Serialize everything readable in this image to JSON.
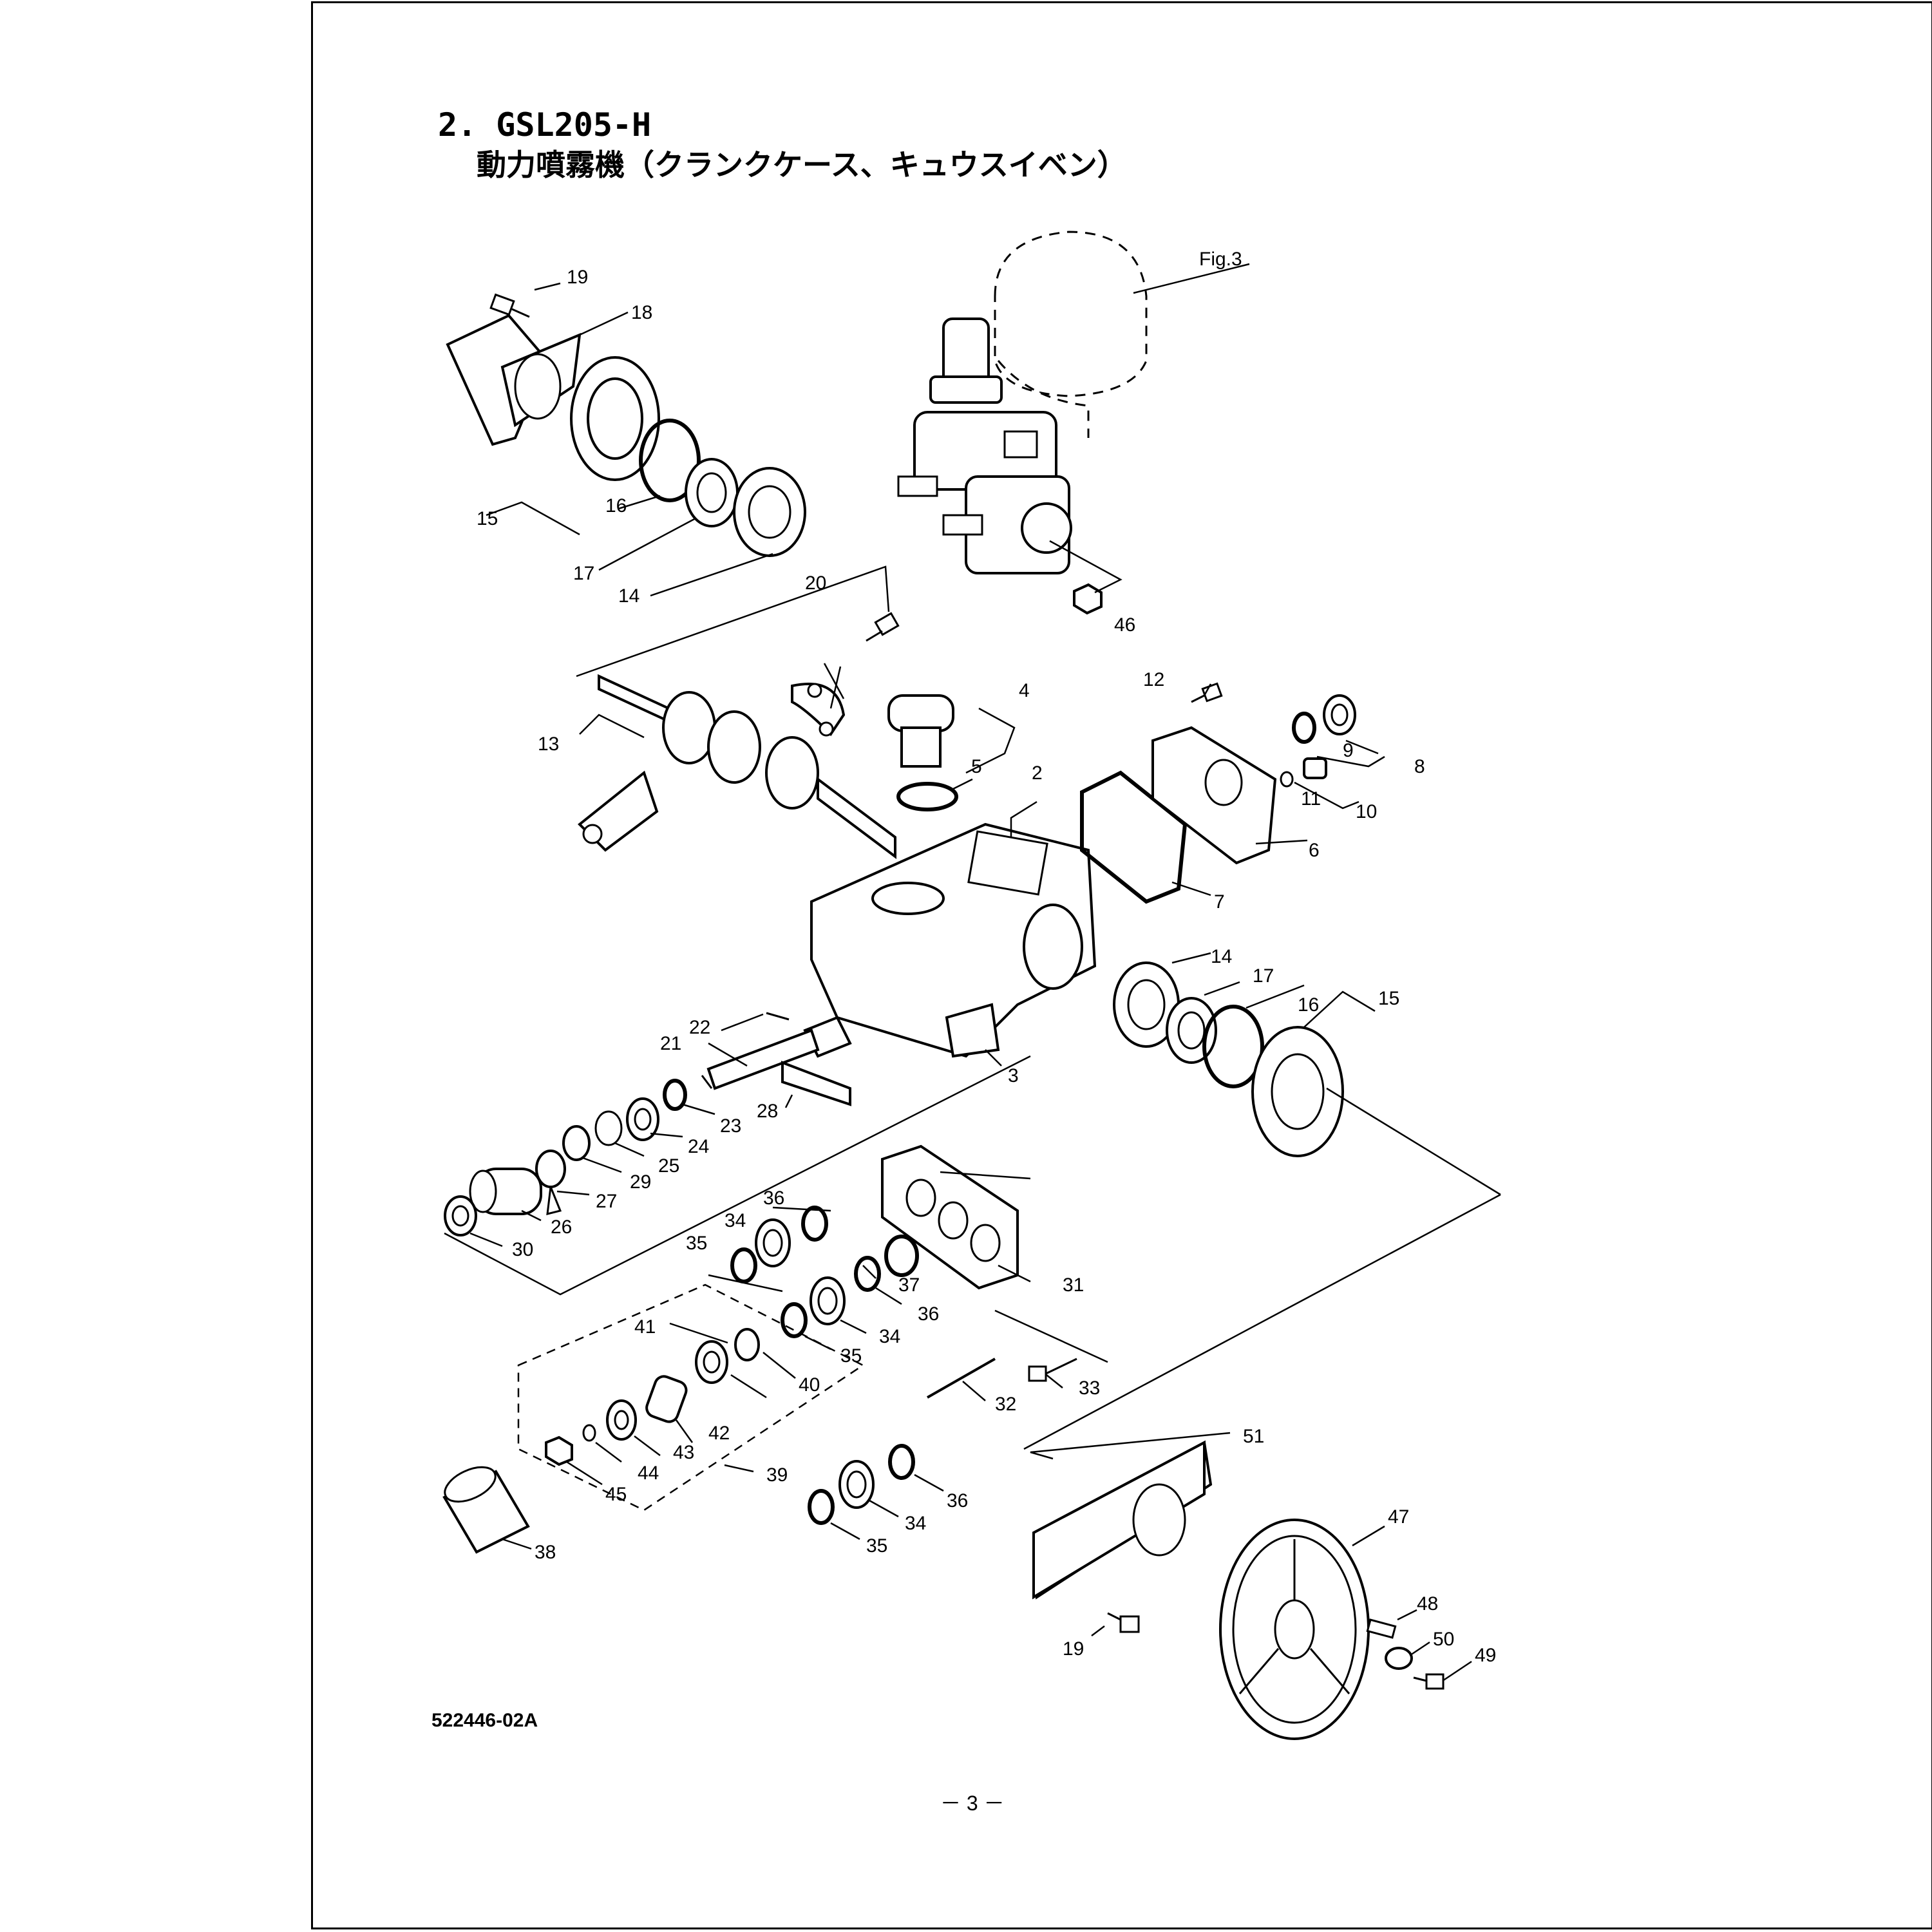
{
  "title": {
    "line1": "2. GSL205-H",
    "line2": "動力噴霧機（クランクケース、キュウスイベン）"
  },
  "figure_ref": "Fig.3",
  "doc_code": "522446-02A",
  "page_number": "－ 3 －",
  "callouts": [
    {
      "id": "c19a",
      "text": "19"
    },
    {
      "id": "c18",
      "text": "18"
    },
    {
      "id": "c15a",
      "text": "15"
    },
    {
      "id": "c16a",
      "text": "16"
    },
    {
      "id": "c17a",
      "text": "17"
    },
    {
      "id": "c14a",
      "text": "14"
    },
    {
      "id": "c20",
      "text": "20"
    },
    {
      "id": "c46",
      "text": "46"
    },
    {
      "id": "c13",
      "text": "13"
    },
    {
      "id": "c4",
      "text": "4"
    },
    {
      "id": "c5",
      "text": "5"
    },
    {
      "id": "c2",
      "text": "2"
    },
    {
      "id": "c12",
      "text": "12"
    },
    {
      "id": "c9",
      "text": "9"
    },
    {
      "id": "c8",
      "text": "8"
    },
    {
      "id": "c11",
      "text": "11"
    },
    {
      "id": "c10",
      "text": "10"
    },
    {
      "id": "c6",
      "text": "6"
    },
    {
      "id": "c7",
      "text": "7"
    },
    {
      "id": "c14b",
      "text": "14"
    },
    {
      "id": "c17b",
      "text": "17"
    },
    {
      "id": "c16b",
      "text": "16"
    },
    {
      "id": "c15b",
      "text": "15"
    },
    {
      "id": "c22",
      "text": "22"
    },
    {
      "id": "c21",
      "text": "21"
    },
    {
      "id": "c3",
      "text": "3"
    },
    {
      "id": "c23",
      "text": "23"
    },
    {
      "id": "c28",
      "text": "28"
    },
    {
      "id": "c24",
      "text": "24"
    },
    {
      "id": "c25",
      "text": "25"
    },
    {
      "id": "c29",
      "text": "29"
    },
    {
      "id": "c27",
      "text": "27"
    },
    {
      "id": "c26",
      "text": "26"
    },
    {
      "id": "c30",
      "text": "30"
    },
    {
      "id": "c36a",
      "text": "36"
    },
    {
      "id": "c34a",
      "text": "34"
    },
    {
      "id": "c35a",
      "text": "35"
    },
    {
      "id": "c37",
      "text": "37"
    },
    {
      "id": "c31",
      "text": "31"
    },
    {
      "id": "c36b",
      "text": "36"
    },
    {
      "id": "c34b",
      "text": "34"
    },
    {
      "id": "c35b",
      "text": "35"
    },
    {
      "id": "c41",
      "text": "41"
    },
    {
      "id": "c40",
      "text": "40"
    },
    {
      "id": "c33",
      "text": "33"
    },
    {
      "id": "c32",
      "text": "32"
    },
    {
      "id": "c42",
      "text": "42"
    },
    {
      "id": "c43",
      "text": "43"
    },
    {
      "id": "c44",
      "text": "44"
    },
    {
      "id": "c45",
      "text": "45"
    },
    {
      "id": "c39",
      "text": "39"
    },
    {
      "id": "c51",
      "text": "51"
    },
    {
      "id": "c36c",
      "text": "36"
    },
    {
      "id": "c34c",
      "text": "34"
    },
    {
      "id": "c35c",
      "text": "35"
    },
    {
      "id": "c38",
      "text": "38"
    },
    {
      "id": "c47",
      "text": "47"
    },
    {
      "id": "c48",
      "text": "48"
    },
    {
      "id": "c50",
      "text": "50"
    },
    {
      "id": "c49",
      "text": "49"
    },
    {
      "id": "c19b",
      "text": "19"
    }
  ]
}
